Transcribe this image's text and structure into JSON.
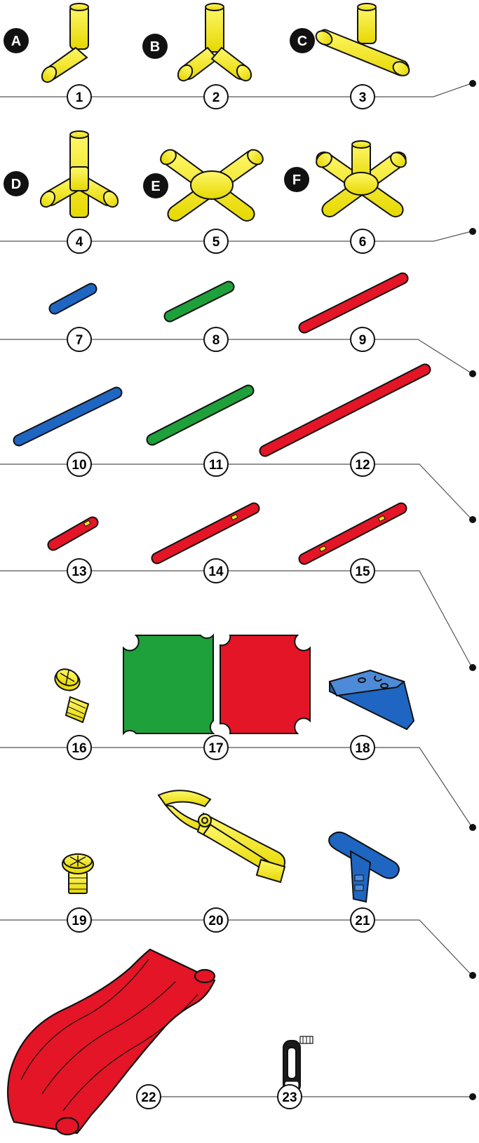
{
  "colors": {
    "yellow": "#f4ea10",
    "blue": "#1f66c2",
    "green": "#1ea03a",
    "red": "#e31526",
    "line": "#555555",
    "outline": "#111111"
  },
  "rows": [
    {
      "name": "connectors-row-1",
      "numbers": [
        "1",
        "2",
        "3"
      ]
    },
    {
      "name": "connectors-row-2",
      "numbers": [
        "4",
        "5",
        "6"
      ]
    },
    {
      "name": "short-tubes-row",
      "numbers": [
        "7",
        "8",
        "9"
      ]
    },
    {
      "name": "long-tubes-row",
      "numbers": [
        "10",
        "11",
        "12"
      ]
    },
    {
      "name": "slotted-tubes-row",
      "numbers": [
        "13",
        "14",
        "15"
      ]
    },
    {
      "name": "panels-row",
      "numbers": [
        "16",
        "17",
        "18"
      ]
    },
    {
      "name": "tools-row",
      "numbers": [
        "19",
        "20",
        "21"
      ]
    },
    {
      "name": "slide-row",
      "numbers": [
        "22",
        "23"
      ]
    }
  ],
  "connector_letters": [
    "A",
    "B",
    "C",
    "D",
    "E",
    "F"
  ],
  "parts": [
    {
      "number": "1",
      "letter": "A",
      "icon": "elbow-connector-icon",
      "color": "yellow"
    },
    {
      "number": "2",
      "letter": "B",
      "icon": "three-way-corner-connector-icon",
      "color": "yellow"
    },
    {
      "number": "3",
      "letter": "C",
      "icon": "t-connector-icon",
      "color": "yellow"
    },
    {
      "number": "4",
      "letter": "D",
      "icon": "four-way-corner-connector-icon",
      "color": "yellow"
    },
    {
      "number": "5",
      "letter": "E",
      "icon": "cross-connector-icon",
      "color": "yellow"
    },
    {
      "number": "6",
      "letter": "F",
      "icon": "five-way-connector-icon",
      "color": "yellow"
    },
    {
      "number": "7",
      "icon": "tube-short-icon",
      "color": "blue"
    },
    {
      "number": "8",
      "icon": "tube-short-icon",
      "color": "green"
    },
    {
      "number": "9",
      "icon": "tube-short-icon",
      "color": "red"
    },
    {
      "number": "10",
      "icon": "tube-long-icon",
      "color": "blue"
    },
    {
      "number": "11",
      "icon": "tube-long-icon",
      "color": "green"
    },
    {
      "number": "12",
      "icon": "tube-long-icon",
      "color": "red"
    },
    {
      "number": "13",
      "icon": "slotted-tube-icon",
      "color": "red"
    },
    {
      "number": "14",
      "icon": "slotted-tube-icon",
      "color": "red"
    },
    {
      "number": "15",
      "icon": "slotted-tube-icon",
      "color": "red"
    },
    {
      "number": "16",
      "icon": "screw-icon",
      "color": "yellow"
    },
    {
      "number": "17",
      "icon": "square-panel-icon",
      "color": "green-and-red"
    },
    {
      "number": "18",
      "icon": "triangle-bracket-icon",
      "color": "blue"
    },
    {
      "number": "19",
      "icon": "screw-icon",
      "color": "yellow"
    },
    {
      "number": "20",
      "icon": "pliers-tool-icon",
      "color": "yellow"
    },
    {
      "number": "21",
      "icon": "t-key-icon",
      "color": "blue"
    },
    {
      "number": "22",
      "icon": "slide-icon",
      "color": "red"
    },
    {
      "number": "23",
      "icon": "clip-icon",
      "color": "black"
    }
  ]
}
